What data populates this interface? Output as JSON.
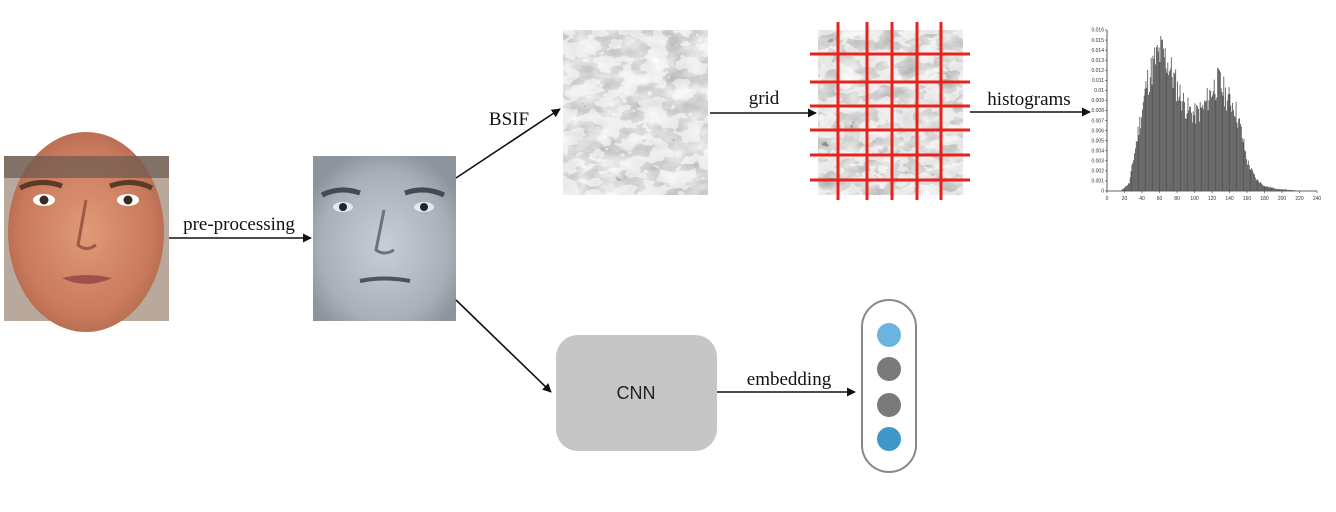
{
  "labels": {
    "preprocessing": "pre-processing",
    "bsif": "BSIF",
    "grid": "grid",
    "histograms": "histograms",
    "cnn": "CNN",
    "embedding": "embedding"
  },
  "colors": {
    "arrow": "#111111",
    "grid_lines": "#e8231b",
    "cnn_box": "#c6c6c6",
    "embedding_border": "#888888",
    "dot_light_blue": "#6ab4e2",
    "dot_gray": "#7a7a7a",
    "dot_blue": "#3f97c9"
  },
  "embedding_dots": [
    "dot_light_blue",
    "dot_gray",
    "dot_gray",
    "dot_blue"
  ],
  "chart_data": {
    "type": "bar",
    "xlim": [
      0,
      240
    ],
    "ylim": [
      0,
      0.016
    ],
    "x_ticks": [
      "0",
      "20",
      "40",
      "60",
      "80",
      "100",
      "120",
      "140",
      "160",
      "180",
      "200",
      "220",
      "240"
    ],
    "y_ticks": [
      "0",
      "0.001",
      "0.002",
      "0.003",
      "0.004",
      "0.005",
      "0.006",
      "0.007",
      "0.008",
      "0.009",
      "0.01",
      "0.011",
      "0.012",
      "0.013",
      "0.014",
      "0.015",
      "0.016"
    ],
    "peaks": [
      {
        "x": 15,
        "y": 0
      },
      {
        "x": 25,
        "y": 0.0008
      },
      {
        "x": 35,
        "y": 0.006
      },
      {
        "x": 45,
        "y": 0.011
      },
      {
        "x": 55,
        "y": 0.0135
      },
      {
        "x": 62,
        "y": 0.0143
      },
      {
        "x": 70,
        "y": 0.013
      },
      {
        "x": 80,
        "y": 0.0105
      },
      {
        "x": 90,
        "y": 0.0085
      },
      {
        "x": 100,
        "y": 0.0078
      },
      {
        "x": 110,
        "y": 0.0085
      },
      {
        "x": 120,
        "y": 0.0105
      },
      {
        "x": 128,
        "y": 0.0112
      },
      {
        "x": 135,
        "y": 0.0098
      },
      {
        "x": 145,
        "y": 0.0088
      },
      {
        "x": 152,
        "y": 0.0065
      },
      {
        "x": 160,
        "y": 0.003
      },
      {
        "x": 170,
        "y": 0.0012
      },
      {
        "x": 180,
        "y": 0.0005
      },
      {
        "x": 195,
        "y": 0.0002
      },
      {
        "x": 210,
        "y": 0.0001
      },
      {
        "x": 220,
        "y": 0
      }
    ]
  }
}
